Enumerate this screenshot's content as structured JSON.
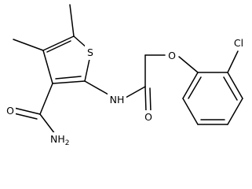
{
  "molecule": {
    "atoms": {
      "sulfur": "S",
      "amide_nh": "NH",
      "carbonyl_o": "O",
      "ether_o": "O",
      "chlorine": "Cl",
      "primary_amide_o": "O",
      "primary_amide_n": "NH",
      "primary_amide_n_subscript": "2"
    }
  },
  "colors": {
    "bond": "#000000",
    "label": "#000000",
    "background": "#ffffff"
  }
}
